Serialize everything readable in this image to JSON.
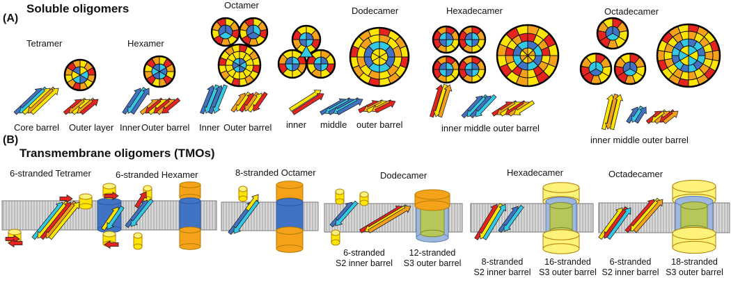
{
  "colors": {
    "red": "#e52420",
    "orange": "#f5a21a",
    "yellow": "#ffe500",
    "cyan": "#32c8e6",
    "blue": "#4173c4",
    "paleyellow": "#fff27a",
    "olive": "#b7c65b",
    "lightblue": "#9db7dd",
    "membrane": "#cfcfcf"
  },
  "panelA": {
    "label": "(A)",
    "title": "Soluble oligomers",
    "tetramer": {
      "name": "Tetramer",
      "core": "Core  barrel",
      "outer": "Outer layer"
    },
    "hexamer": {
      "name": "Hexamer",
      "inner": "Inner",
      "outer": "Outer barrel"
    },
    "octamer": {
      "name": "Octamer",
      "inner": "Inner",
      "outer": "Outer barrel"
    },
    "dodecamer": {
      "name": "Dodecamer",
      "inner": "inner",
      "middle": "middle",
      "outer": "outer barrel"
    },
    "hexadecamer": {
      "name": "Hexadecamer",
      "layers": "inner middle  outer barrel"
    },
    "octadecamer": {
      "name": "Octadecamer",
      "layers": "inner middle  outer barrel"
    }
  },
  "panelB": {
    "label": "(B)",
    "title": "Transmembrane oligomers (TMOs)",
    "tetramer": "6-stranded Tetramer",
    "hexamer": "6-stranded  Hexamer",
    "octamer": "8-stranded Octamer",
    "dodecamer": {
      "name": "Dodecamer",
      "inner_l1": "6-stranded",
      "inner_l2": "S2 inner barrel",
      "outer_l1": "12-stranded",
      "outer_l2": "S3 outer barrel"
    },
    "hexadecamer": {
      "name": "Hexadecamer",
      "inner_l1": "8-stranded",
      "inner_l2": "S2 inner  barrel",
      "outer_l1": "16-stranded",
      "outer_l2": "S3 outer barrel"
    },
    "octadecamer": {
      "name": "Octadecamer",
      "inner_l1": "6-stranded",
      "inner_l2": "S2 inner  barrel",
      "outer_l1": "18-stranded",
      "outer_l2": "S3 outer barrel"
    }
  }
}
